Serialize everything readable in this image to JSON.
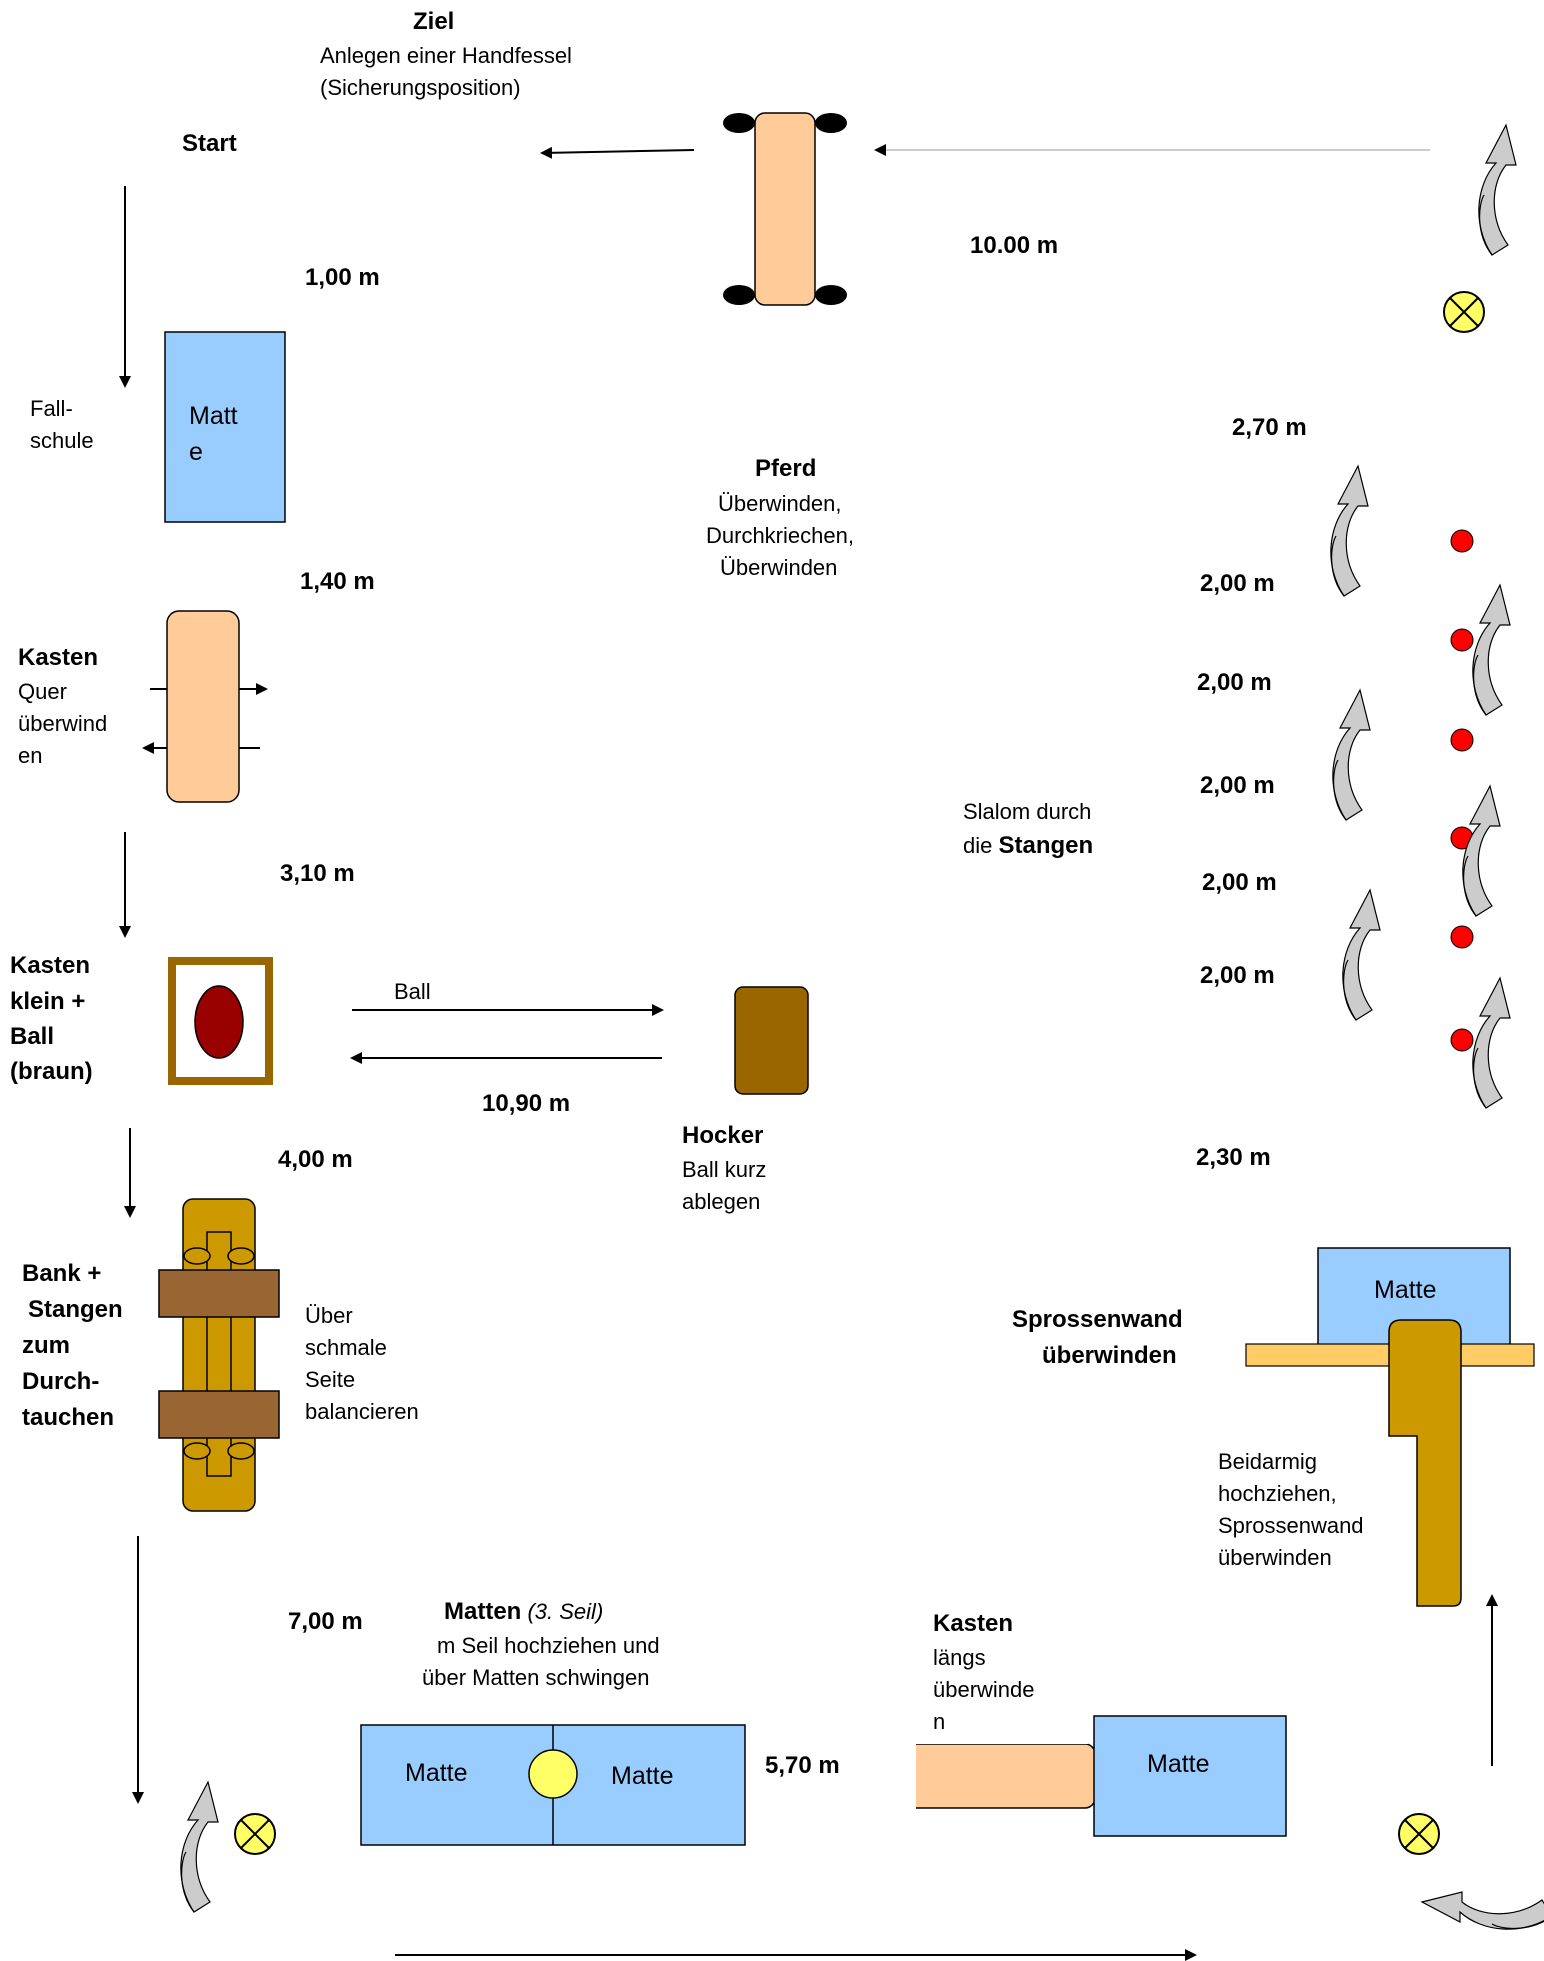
{
  "ziel": {
    "title": "Ziel",
    "line1": "Anlegen einer Handfessel",
    "line2": "(Sicherungsposition)"
  },
  "start": "Start",
  "distances": {
    "d1_00": "1,00 m",
    "d1_40": "1,40 m",
    "d3_10": "3,10 m",
    "d4_00": "4,00 m",
    "d7_00": "7,00 m",
    "d5_70": "5,70 m",
    "d10_90": "10,90 m",
    "d10_00": "10.00 m",
    "d2_70": "2,70 m",
    "d2_00_a": "2,00 m",
    "d2_00_b": "2,00 m",
    "d2_00_c": "2,00 m",
    "d2_00_d": "2,00 m",
    "d2_00_e": "2,00 m",
    "d2_30": "2,30 m"
  },
  "fallschule": {
    "line1": "Fall-",
    "line2": "schule"
  },
  "mat_labels": {
    "mat1_l1": "Matt",
    "mat1_l2": "e",
    "matte": "Matte"
  },
  "pferd": {
    "title": "Pferd",
    "line1": "Überwinden,",
    "line2": "Durchkriechen,",
    "line3": "Überwinden"
  },
  "kasten_quer": {
    "title": "Kasten",
    "line1": "Quer",
    "line2": "überwind",
    "line3": "en"
  },
  "kasten_klein": {
    "line1": "Kasten",
    "line2": "klein +",
    "line3": "Ball",
    "line4": "(braun)"
  },
  "ball_label": "Ball",
  "hocker": {
    "title": "Hocker",
    "line1": "Ball kurz",
    "line2": "ablegen"
  },
  "bank": {
    "line1": "Bank +",
    "line2": "Stangen",
    "line3": "zum",
    "line4": "Durch-",
    "line5": "tauchen"
  },
  "ueber": {
    "line1": "Über",
    "line2": "schmale",
    "line3": "Seite",
    "line4": "balancieren"
  },
  "slalom": {
    "line1": "Slalom durch",
    "prefix": "die ",
    "bold": "Stangen"
  },
  "sprossenwand": {
    "line1": "Sprossenwand",
    "line2": "überwinden"
  },
  "beidarmig": {
    "line1": "Beidarmig",
    "line2": "hochziehen,",
    "line3": "Sprossenwand",
    "line4": "überwinden"
  },
  "matten": {
    "title": "Matten",
    "title_italic": "(3. Seil)",
    "line1": "m Seil hochziehen und",
    "line2": "über Matten schwingen"
  },
  "kasten_laengs": {
    "title": "Kasten",
    "line1": "längs",
    "line2": "überwinde",
    "line3": "n"
  },
  "colors": {
    "mat_blue": "#99ccff",
    "peach": "#ffcc99",
    "brown_dark": "#996600",
    "ball_red": "#990000",
    "plank_brown": "#996633",
    "bank_gold": "#cc9900",
    "pole_red": "#ff0000",
    "marker_yellow": "#ffff66",
    "arrow_gray": "#cccccc"
  },
  "icons": [
    "turn-arrow-icon",
    "cone-marker-icon",
    "slalom-pole-icon",
    "direction-arrow-icon"
  ]
}
